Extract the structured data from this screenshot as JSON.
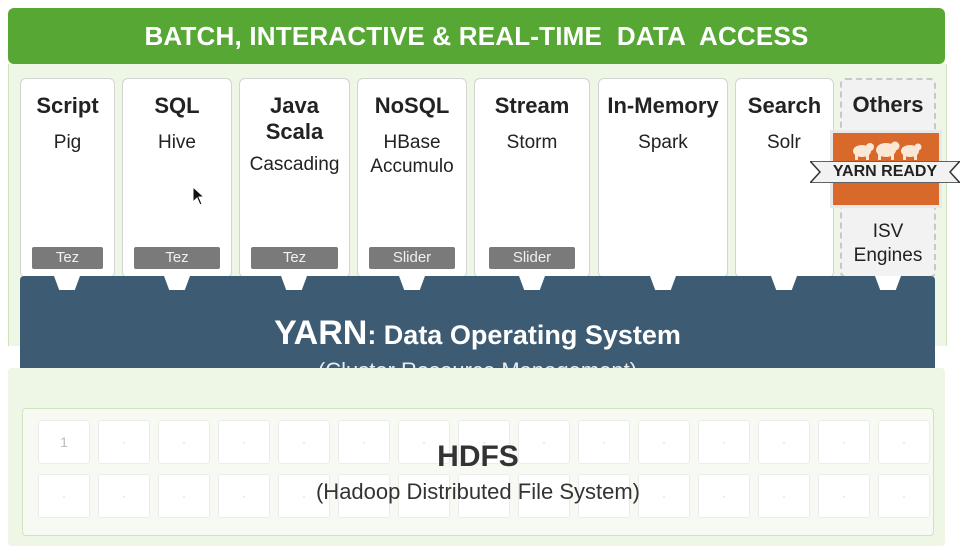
{
  "banner": {
    "title": "BATCH, INTERACTIVE & REAL-TIME  DATA  ACCESS"
  },
  "engines": [
    {
      "title": "Script",
      "sub": "Pig",
      "tag": "Tez"
    },
    {
      "title": "SQL",
      "sub": "Hive",
      "tag": "Tez"
    },
    {
      "title": "Java\nScala",
      "sub": "Cascading",
      "tag": "Tez"
    },
    {
      "title": "NoSQL",
      "sub": "HBase\nAccumulo",
      "tag": "Slider"
    },
    {
      "title": "Stream",
      "sub": "Storm",
      "tag": "Slider"
    },
    {
      "title": "In-Memory",
      "sub": "Spark",
      "tag": ""
    },
    {
      "title": "Search",
      "sub": "Solr",
      "tag": ""
    },
    {
      "title": "Others",
      "sub": "ISV\nEngines",
      "tag": ""
    }
  ],
  "badge": {
    "text": "YARN READY",
    "icon": "elephants-icon"
  },
  "yarn": {
    "title_strong": "YARN",
    "title_rest": ": Data Operating System",
    "subtitle": "(Cluster Resource Management)"
  },
  "hdfs": {
    "title": "HDFS",
    "subtitle": "(Hadoop Distributed File System)",
    "cell_label": "1"
  },
  "colors": {
    "green": "#57a735",
    "yarn_blue": "#3d5b72",
    "badge_orange": "#d9692a"
  }
}
